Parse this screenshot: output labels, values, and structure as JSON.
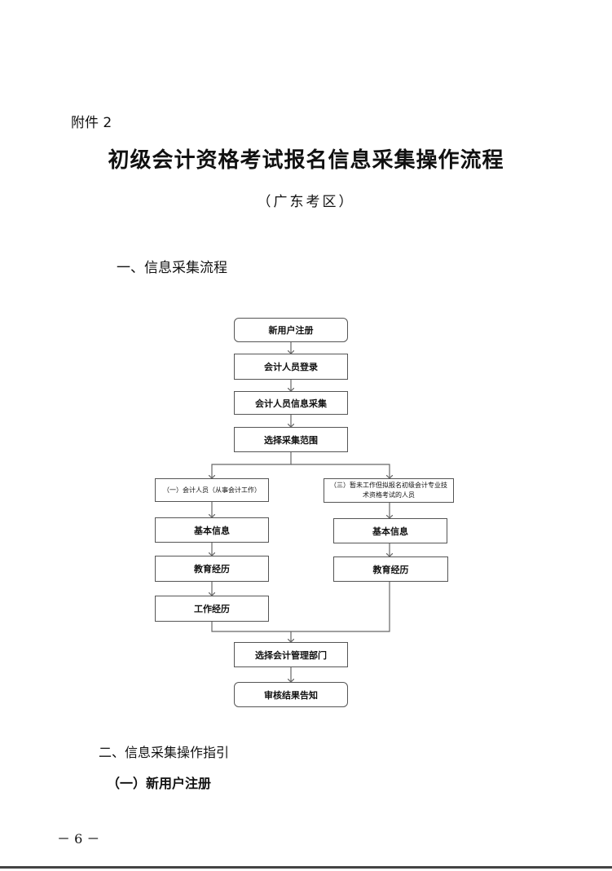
{
  "attachment_label": "附件 2",
  "title": "初级会计资格考试报名信息采集操作流程",
  "subtitle": "（广东考区）",
  "section1_heading": "一、信息采集流程",
  "flowchart": {
    "register": "新用户注册",
    "login": "会计人员登录",
    "collect": "会计人员信息采集",
    "scope": "选择采集范围",
    "branch_left": "（一）会计人员（从事会计工作）",
    "branch_right": "（三）暂未工作但拟报名初级会计专业技术资格考试的人员",
    "left_basic": "基本信息",
    "left_education": "教育经历",
    "left_work": "工作经历",
    "right_basic": "基本信息",
    "right_education": "教育经历",
    "select_dept": "选择会计管理部门",
    "review": "审核结果告知"
  },
  "section2_heading": "二、信息采集操作指引",
  "subsection_heading": "（一）新用户注册",
  "page_number": "－ 6 －"
}
